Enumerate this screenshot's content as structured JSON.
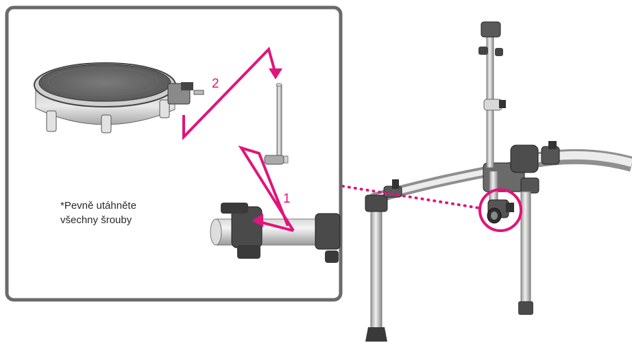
{
  "note": {
    "line1": "*Pevně utáhněte",
    "line2": "všechny šrouby"
  },
  "steps": [
    {
      "number": "1"
    },
    {
      "number": "2"
    }
  ],
  "colors": {
    "accent": "#e0157a",
    "frame": "#6a6a6a",
    "metal_light": "#e6e6e6",
    "metal_mid": "#b9b9b9",
    "metal_dark": "#3c3c3c"
  }
}
